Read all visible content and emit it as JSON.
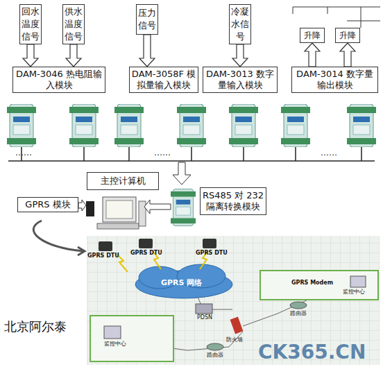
{
  "diagram": {
    "nodes": [
      {
        "text": [
          "回水温度信号"
        ]
      },
      {
        "text": [
          "供水温度信号"
        ]
      },
      {
        "text": [
          "压力信号"
        ]
      },
      {
        "text": [
          "冷凝水信号"
        ]
      },
      {
        "text": [
          "DAM-3046 热电阻输入模块"
        ]
      },
      {
        "text": [
          "DAM-3058F 模拟量输入模块"
        ]
      },
      {
        "text": [
          "DAM-3013 数字量输入模块"
        ]
      },
      {
        "text": [
          "DAM-3014 数字量输出模块"
        ]
      },
      {
        "text": [
          "升降"
        ]
      },
      {
        "text": [
          "升降"
        ]
      },
      {
        "text": [
          "主控计算机"
        ]
      },
      {
        "text": [
          "RS485 对 232 隔离转换模块"
        ]
      },
      {
        "text": [
          "GPRS 模块"
        ]
      }
    ],
    "edges": [
      {
        "from": 0,
        "to": 4,
        "arrow": "to"
      },
      {
        "from": 1,
        "to": 4,
        "arrow": "to"
      },
      {
        "from": 2,
        "to": 5,
        "arrow": "to"
      },
      {
        "from": 3,
        "to": 6,
        "arrow": "to"
      },
      {
        "from": 7,
        "to": 8,
        "arrow": "to"
      },
      {
        "from": 7,
        "to": 9,
        "arrow": "to"
      }
    ],
    "labels": [
      "……",
      "……",
      "……",
      "GPRS DTU",
      "GPRS DTU",
      "GPRS DTU",
      "GPRS 网络",
      "PDSN",
      "防火墙",
      "路由器",
      "路由器",
      "GPRS Modem",
      "监控中心",
      "监控中心",
      "北京阿尔泰",
      "CK365.CN"
    ]
  }
}
